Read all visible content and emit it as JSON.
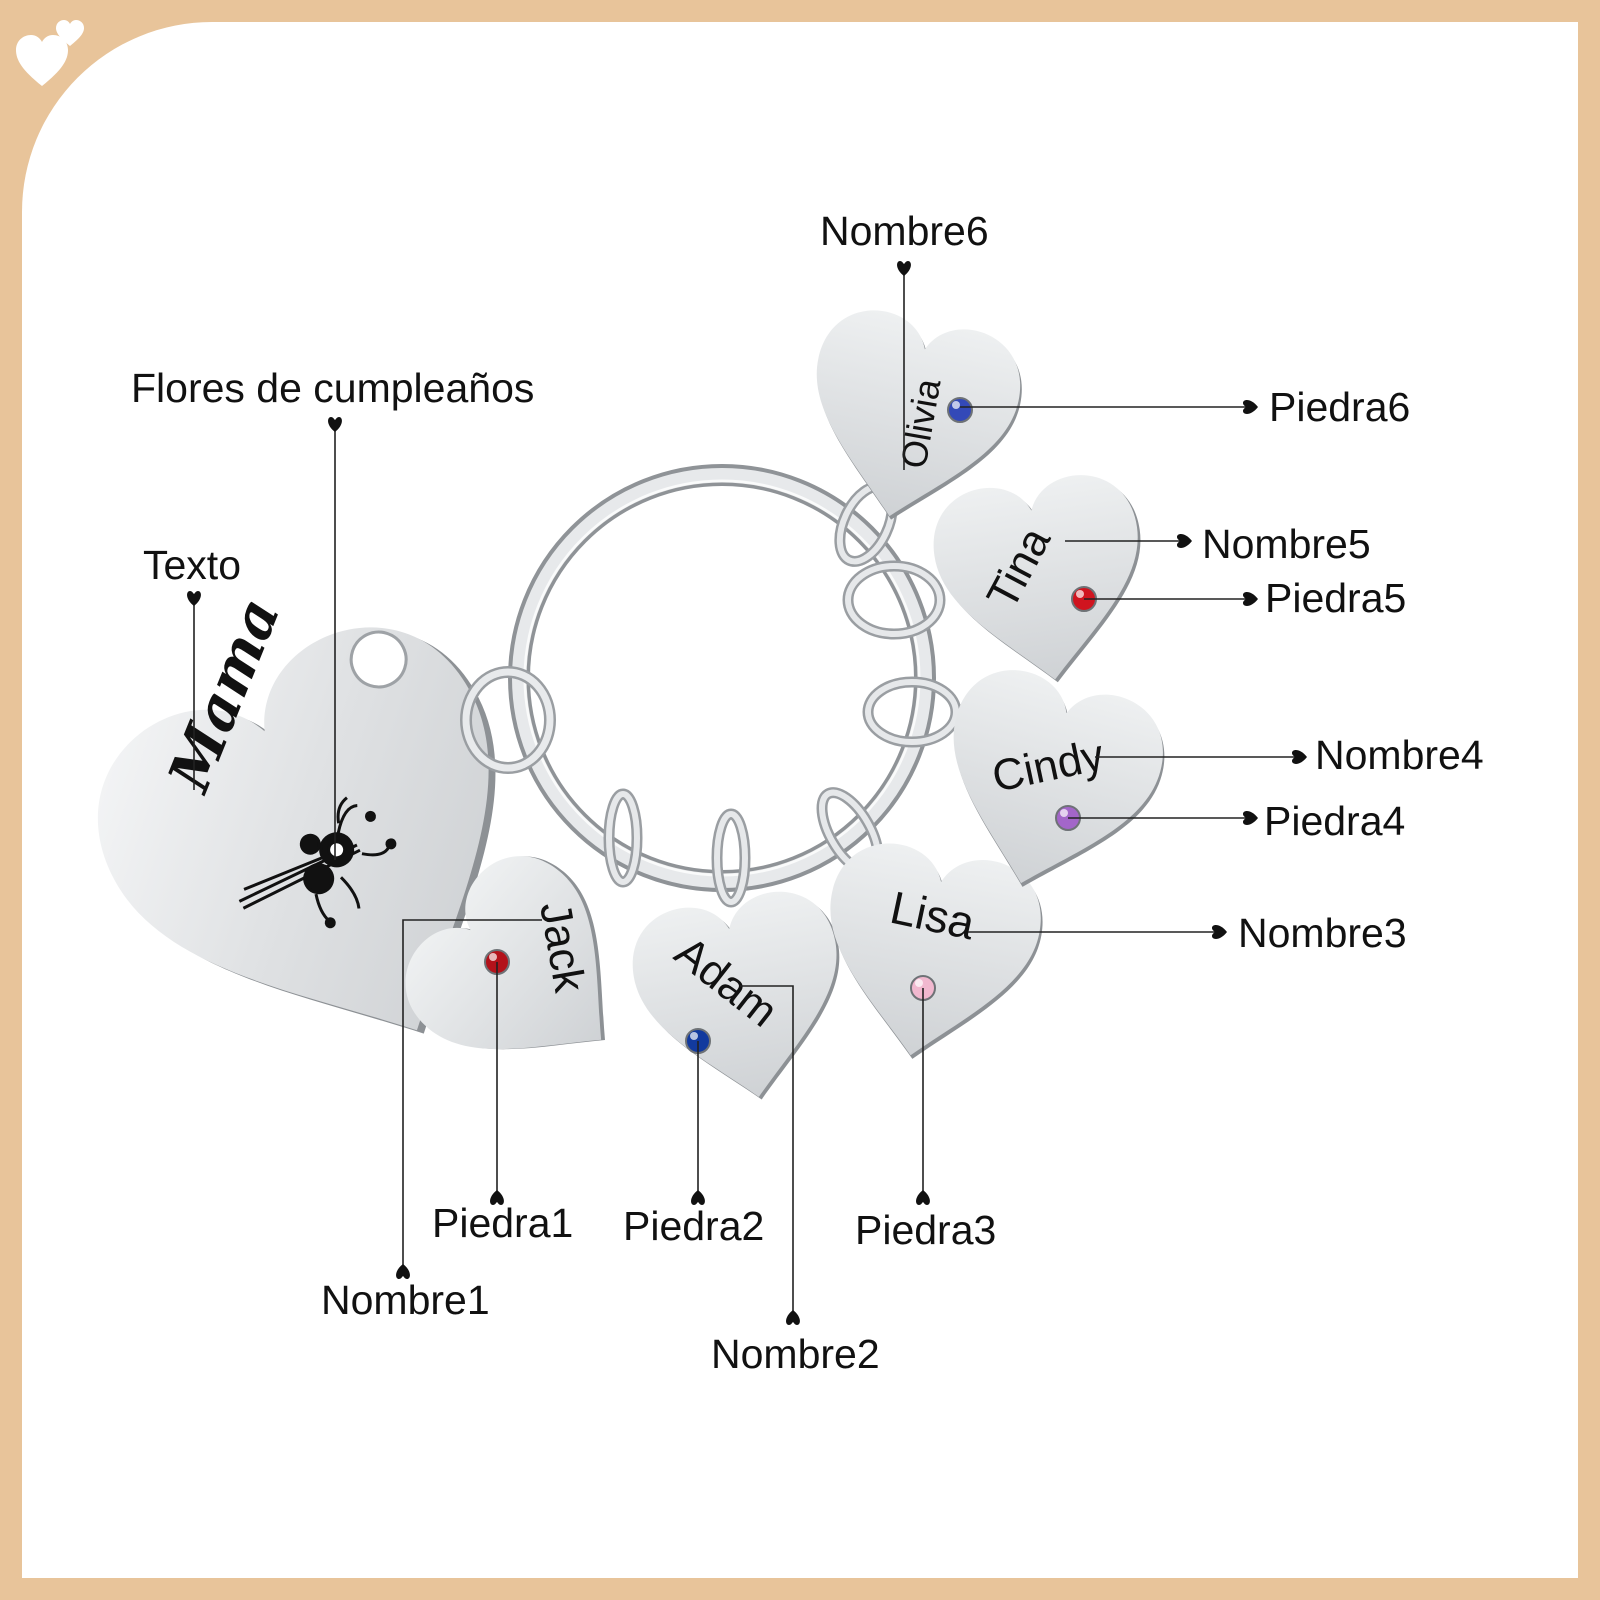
{
  "colors": {
    "frame": "#e8c49a",
    "card": "#ffffff",
    "metal": "#d9dbdd",
    "metal_edge": "#9ea2a6",
    "text": "#111111",
    "stone_1": "#b3121a",
    "stone_2": "#123a9e",
    "stone_3": "#f1b8cf",
    "stone_4": "#a366c9",
    "stone_5": "#d0141f",
    "stone_6": "#3349b8"
  },
  "main_tag": {
    "text": "Mama",
    "art": "birth-flower-bouquet"
  },
  "charms": [
    {
      "id": 1,
      "name": "Jack"
    },
    {
      "id": 2,
      "name": "Adam"
    },
    {
      "id": 3,
      "name": "Lisa"
    },
    {
      "id": 4,
      "name": "Cindy"
    },
    {
      "id": 5,
      "name": "Tina"
    },
    {
      "id": 6,
      "name": "Olivia"
    }
  ],
  "labels": {
    "texto": "Texto",
    "flores": "Flores de cumpleaños",
    "nombre1": "Nombre1",
    "nombre2": "Nombre2",
    "nombre3": "Nombre3",
    "nombre4": "Nombre4",
    "nombre5": "Nombre5",
    "nombre6": "Nombre6",
    "piedra1": "Piedra1",
    "piedra2": "Piedra2",
    "piedra3": "Piedra3",
    "piedra4": "Piedra4",
    "piedra5": "Piedra5",
    "piedra6": "Piedra6"
  },
  "icons": {
    "corner": "double-heart-icon",
    "bullet": "heart-icon"
  }
}
